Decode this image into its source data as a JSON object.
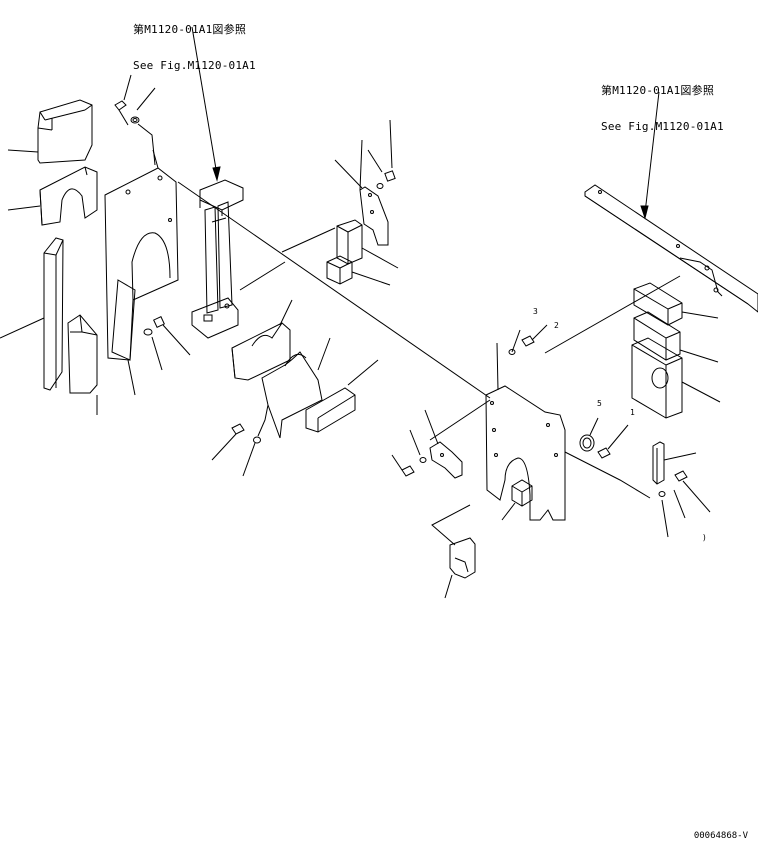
{
  "references": {
    "left": {
      "jp": "第M1120-01A1図参照",
      "en": "See Fig.M1120-01A1"
    },
    "right": {
      "jp": "第M1120-01A1図参照",
      "en": "See Fig.M1120-01A1"
    }
  },
  "drawing_code": "00064868-V",
  "callout_marks": [
    "3",
    "2",
    "5",
    "1",
    ")"
  ]
}
